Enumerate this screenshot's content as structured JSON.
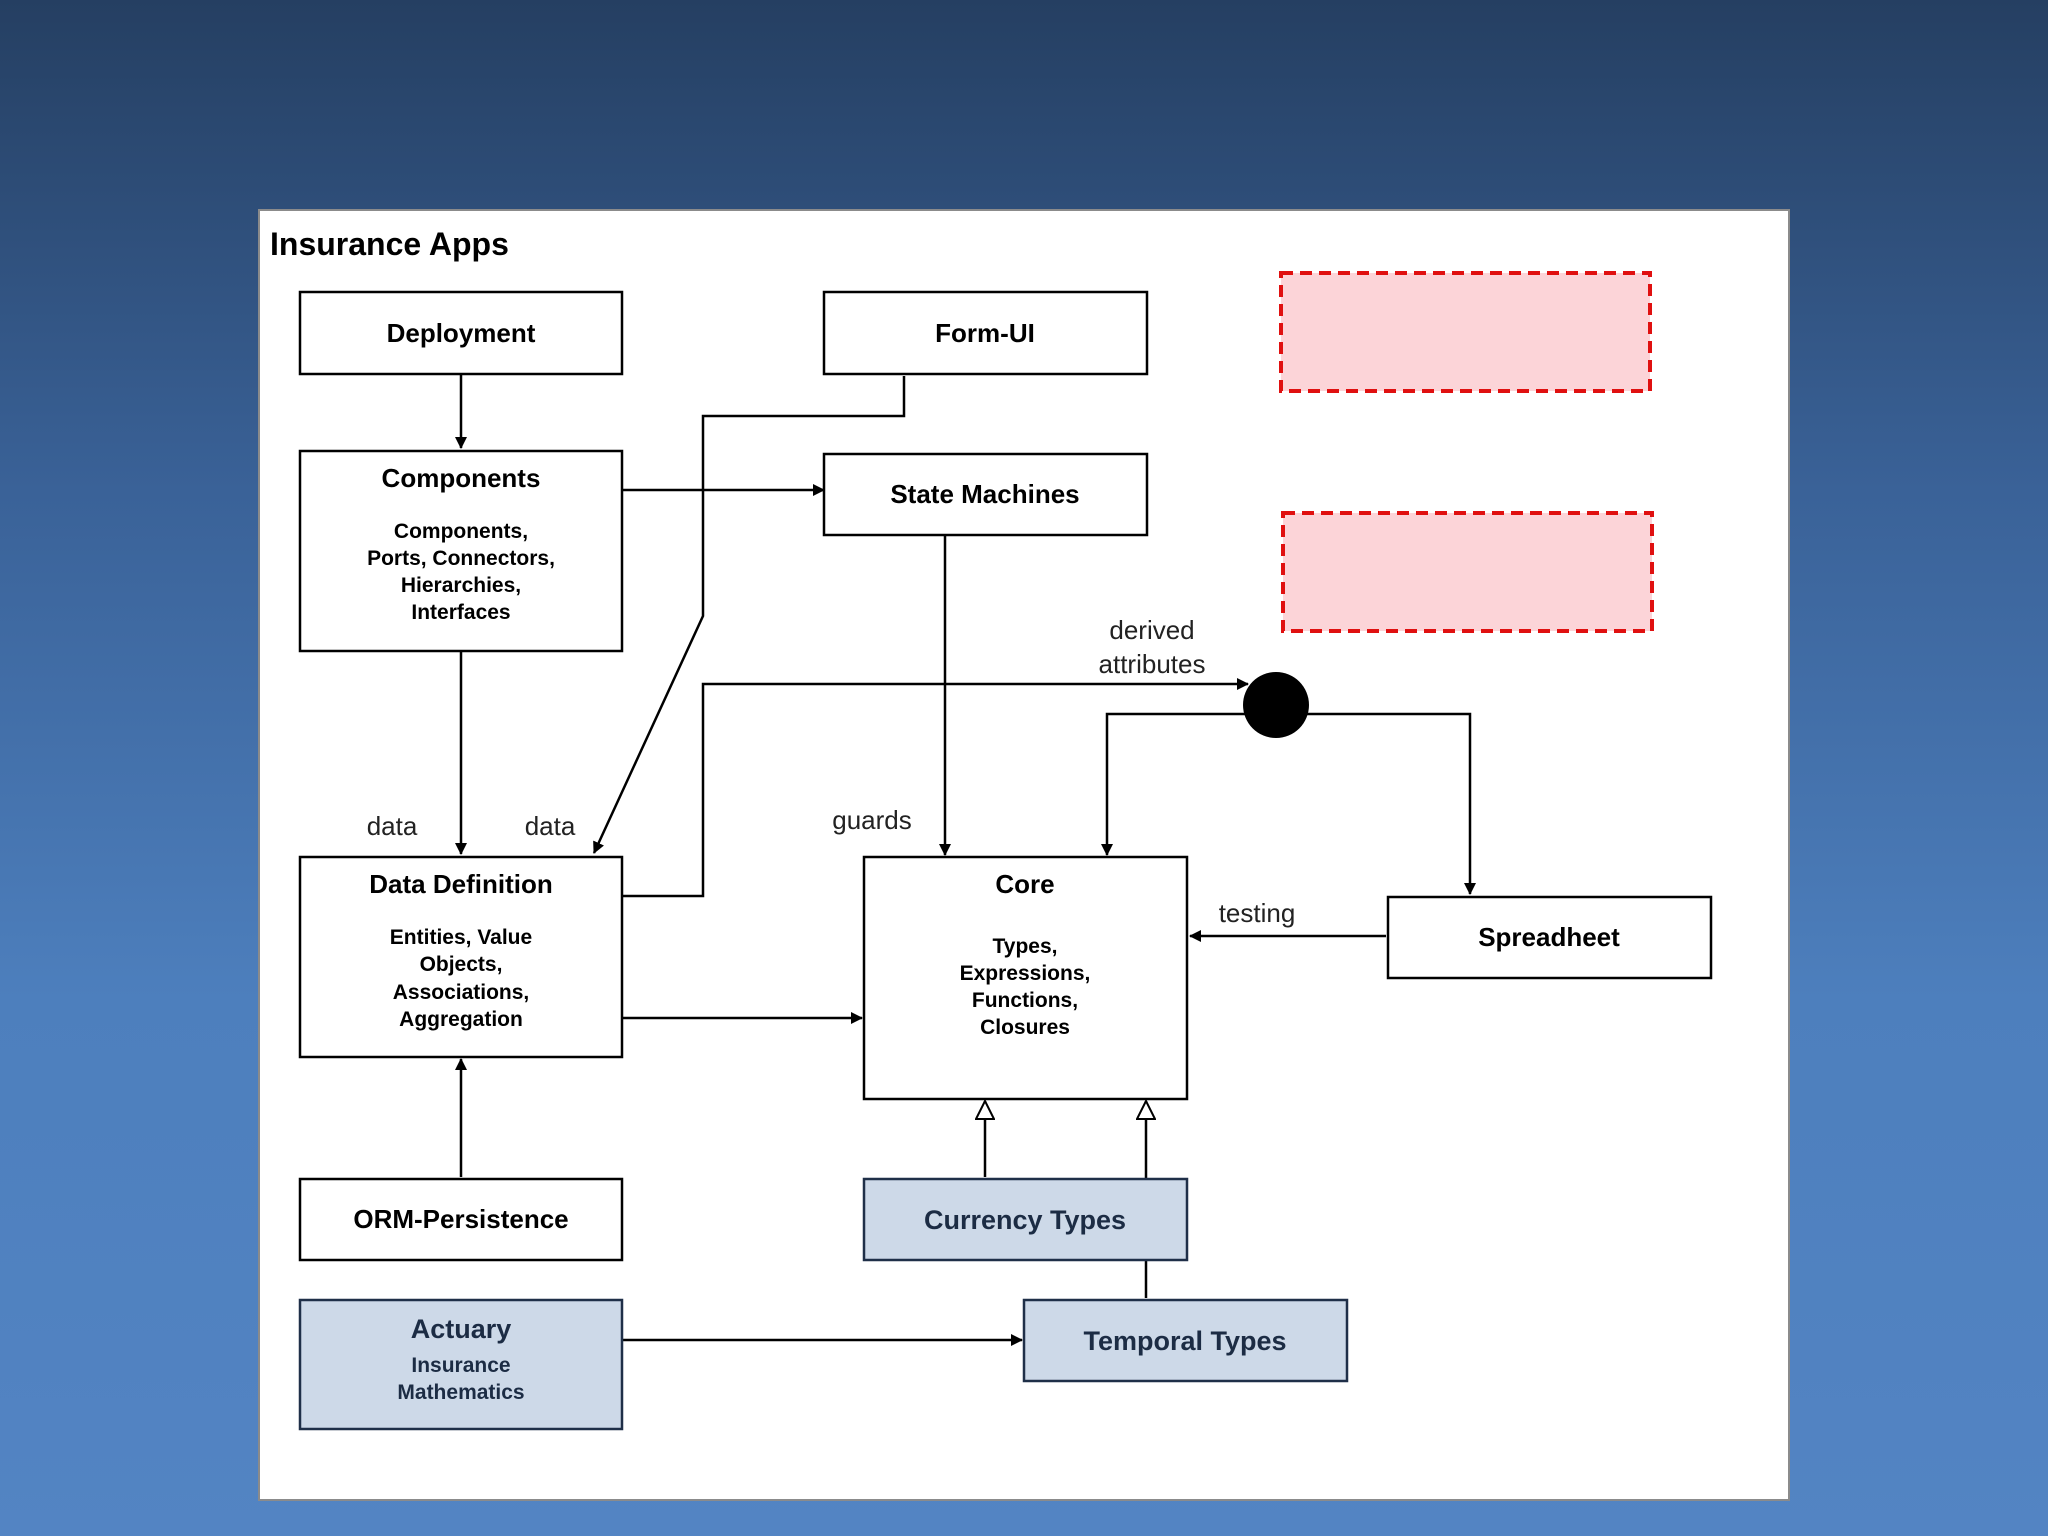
{
  "diagram": {
    "title": "Insurance Apps",
    "boxes": {
      "deployment": {
        "title": "Deployment"
      },
      "form_ui": {
        "title": "Form-UI"
      },
      "components": {
        "title": "Components",
        "lines": [
          "Components,",
          "Ports, Connectors,",
          "Hierarchies,",
          "Interfaces"
        ]
      },
      "state_machines": {
        "title": "State Machines"
      },
      "data_definition": {
        "title": "Data Definition",
        "lines": [
          "Entities, Value",
          "Objects,",
          "Associations,",
          "Aggregation"
        ]
      },
      "core": {
        "title": "Core",
        "lines": [
          "Types,",
          "Expressions,",
          "Functions,",
          "Closures"
        ]
      },
      "spreadsheet": {
        "title": "Spreadheet"
      },
      "orm_persistence": {
        "title": "ORM-Persistence"
      },
      "currency_types": {
        "title": "Currency Types"
      },
      "actuary": {
        "title": "Actuary",
        "lines": [
          "Insurance",
          "Mathematics"
        ]
      },
      "temporal_types": {
        "title": "Temporal Types"
      }
    },
    "labels": {
      "data_left": "data",
      "data_right": "data",
      "guards": "guards",
      "derived_1": "derived",
      "derived_2": "attributes",
      "testing": "testing"
    },
    "colors": {
      "highlight_fill": "#cdd9e8",
      "placeholder_fill": "#fcd4d8",
      "placeholder_border": "#e01010"
    }
  }
}
